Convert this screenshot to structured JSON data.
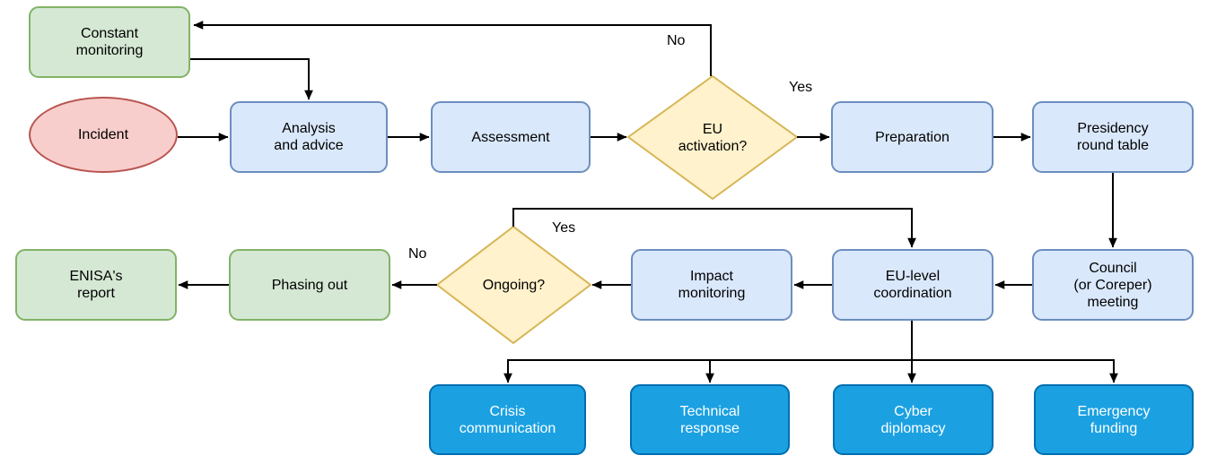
{
  "diagram_type": "flowchart",
  "colors": {
    "process_fill": "#dae8fc",
    "process_stroke": "#6c8ebf",
    "terminal_fill": "#d5e8d4",
    "terminal_stroke": "#82b366",
    "incident_fill": "#f8cecc",
    "incident_stroke": "#b85450",
    "decision_fill": "#fff2cc",
    "decision_stroke": "#d6b656",
    "action_fill": "#1ba1e2",
    "action_stroke": "#006eaf",
    "action_text": "#ffffff",
    "edge": "#000000"
  },
  "nodes": {
    "constant_monitoring": {
      "label": "Constant\nmonitoring",
      "shape": "rounded-rect",
      "role": "terminal"
    },
    "incident": {
      "label": "Incident",
      "shape": "ellipse",
      "role": "start"
    },
    "analysis_advice": {
      "label": "Analysis\nand advice",
      "shape": "rounded-rect",
      "role": "process"
    },
    "assessment": {
      "label": "Assessment",
      "shape": "rounded-rect",
      "role": "process"
    },
    "eu_activation": {
      "label": "EU\nactivation?",
      "shape": "diamond",
      "role": "decision"
    },
    "preparation": {
      "label": "Preparation",
      "shape": "rounded-rect",
      "role": "process"
    },
    "presidency_round_table": {
      "label": "Presidency\nround table",
      "shape": "rounded-rect",
      "role": "process"
    },
    "council_meeting": {
      "label": "Council\n(or Coreper)\nmeeting",
      "shape": "rounded-rect",
      "role": "process"
    },
    "eu_level_coordination": {
      "label": "EU-level\ncoordination",
      "shape": "rounded-rect",
      "role": "process"
    },
    "impact_monitoring": {
      "label": "Impact\nmonitoring",
      "shape": "rounded-rect",
      "role": "process"
    },
    "ongoing": {
      "label": "Ongoing?",
      "shape": "diamond",
      "role": "decision"
    },
    "phasing_out": {
      "label": "Phasing out",
      "shape": "rounded-rect",
      "role": "terminal"
    },
    "enisas_report": {
      "label": "ENISA's\nreport",
      "shape": "rounded-rect",
      "role": "terminal"
    },
    "crisis_communication": {
      "label": "Crisis\ncommunication",
      "shape": "rounded-rect",
      "role": "action"
    },
    "technical_response": {
      "label": "Technical\nresponse",
      "shape": "rounded-rect",
      "role": "action"
    },
    "cyber_diplomacy": {
      "label": "Cyber\ndiplomacy",
      "shape": "rounded-rect",
      "role": "action"
    },
    "emergency_funding": {
      "label": "Emergency\nfunding",
      "shape": "rounded-rect",
      "role": "action"
    }
  },
  "edge_labels": {
    "activation_no": "No",
    "activation_yes": "Yes",
    "ongoing_yes": "Yes",
    "ongoing_no": "No"
  },
  "edges": [
    "incident -> analysis_advice",
    "constant_monitoring -> analysis_advice",
    "analysis_advice -> assessment",
    "assessment -> eu_activation",
    "eu_activation -(No)-> constant_monitoring",
    "eu_activation -(Yes)-> preparation",
    "preparation -> presidency_round_table",
    "presidency_round_table -> council_meeting",
    "council_meeting -> eu_level_coordination",
    "eu_level_coordination -> impact_monitoring",
    "impact_monitoring -> ongoing",
    "ongoing -(Yes)-> eu_level_coordination",
    "ongoing -(No)-> phasing_out",
    "phasing_out -> enisas_report",
    "eu_level_coordination -> crisis_communication",
    "eu_level_coordination -> technical_response",
    "eu_level_coordination -> cyber_diplomacy",
    "eu_level_coordination -> emergency_funding"
  ]
}
